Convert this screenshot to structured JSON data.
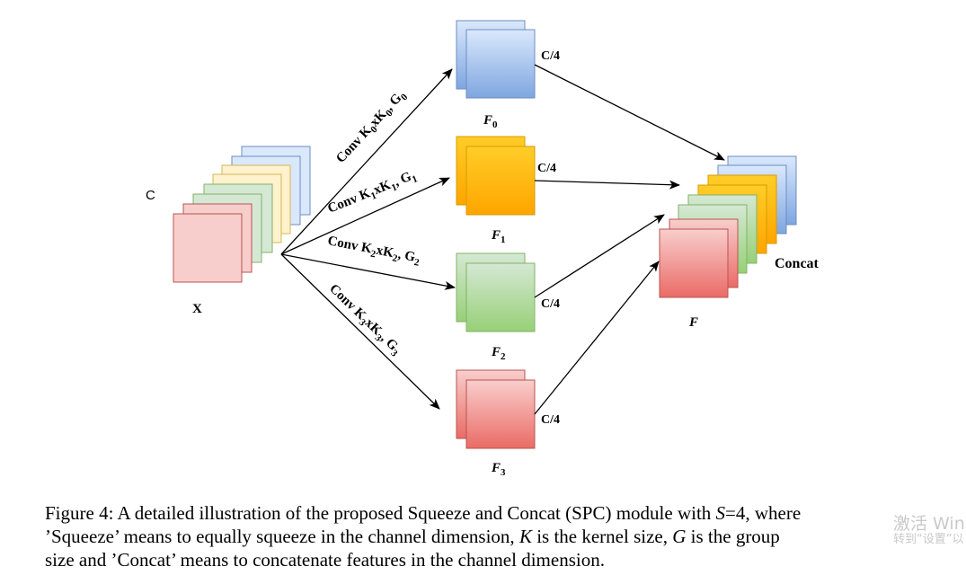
{
  "diagram": {
    "input_channel_label": "C",
    "input_label": "X",
    "branches": [
      {
        "conv": {
          "prefix": "Conv K",
          "idx": "0",
          "mid": "xK",
          "idx2": "0",
          "sep": ", G",
          "gidx": "0"
        },
        "split_label": "C/4",
        "feature": {
          "main": "F",
          "idx": "0"
        },
        "color": "blue"
      },
      {
        "conv": {
          "prefix": "Conv K",
          "idx": "1",
          "mid": "xK",
          "idx2": "1",
          "sep": ", G",
          "gidx": "1"
        },
        "split_label": "C/4",
        "feature": {
          "main": "F",
          "idx": "1"
        },
        "color": "orange"
      },
      {
        "conv": {
          "prefix": "Conv K",
          "idx": "2",
          "mid": "xK",
          "idx2": "2",
          "sep": ", G",
          "gidx": "2"
        },
        "split_label": "C/4",
        "feature": {
          "main": "F",
          "idx": "2"
        },
        "color": "green"
      },
      {
        "conv": {
          "prefix": "Conv K",
          "idx": "3",
          "mid": "xK",
          "idx2": "3",
          "sep": ", G",
          "gidx": "3"
        },
        "split_label": "C/4",
        "feature": {
          "main": "F",
          "idx": "3"
        },
        "color": "red"
      }
    ],
    "output_label": "F",
    "concat_label": "Concat",
    "colors": {
      "blue_top": "#dae8fc",
      "blue_bottom": "#7ea6e0",
      "blue_stroke": "#6c8ebf",
      "orange_top": "#ffcd28",
      "orange_bottom": "#ffa500",
      "orange_stroke": "#d79b00",
      "green_top": "#d5e8d4",
      "green_bottom": "#97d077",
      "green_stroke": "#82b366",
      "red_top": "#f8cecc",
      "red_bottom": "#ea6b66",
      "red_stroke": "#b85450",
      "yellow_pale": "#fff2cc",
      "yellow_stroke": "#d6b656"
    }
  },
  "caption": {
    "line1_pre": "Figure 4: A detailed illustration of the proposed Squeeze and Concat (SPC) module with ",
    "line1_var": "S",
    "line1_post": "=4, where",
    "line2_pre": "’Squeeze’ means to equally squeeze in the channel dimension, ",
    "line2_k": "K",
    "line2_mid": " is the kernel size, ",
    "line2_g": "G",
    "line2_post": " is the group",
    "line3": "size and ’Concat’ means to concatenate features in the channel dimension."
  },
  "watermark": {
    "line1": "激活 Win",
    "line2": "转到“设置”以"
  }
}
